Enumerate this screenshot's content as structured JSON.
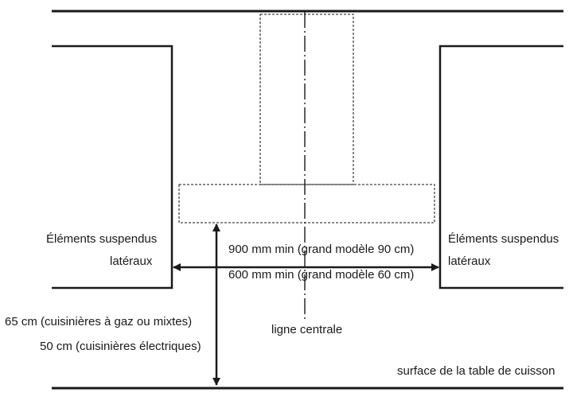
{
  "labels": {
    "left_cabinets_line1": "Éléments suspendus",
    "left_cabinets_line2": "latéraux",
    "right_cabinets_line1": "Éléments suspendus",
    "right_cabinets_line2": "latéraux",
    "width_large": "900 mm min (grand modèle 90 cm)",
    "width_small": "600 mm min (grand modèle 60 cm)",
    "height_gas": "65 cm (cuisinières à gaz ou mixtes)",
    "height_electric": "50 cm (cuisinières électriques)",
    "centre_line": "ligne centrale",
    "hob_surface": "surface de la table de cuisson"
  }
}
